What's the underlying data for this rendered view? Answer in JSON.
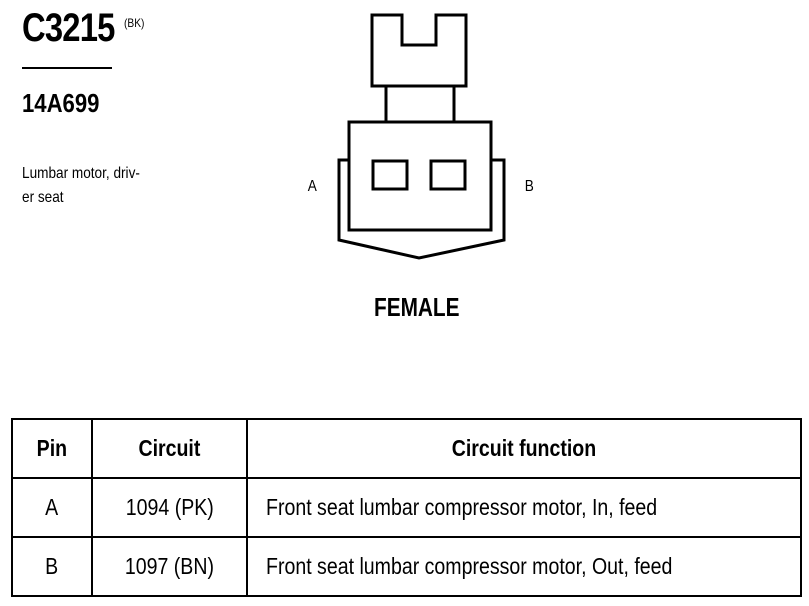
{
  "connector": {
    "id": "C3215",
    "color_code": "(BK)",
    "part_number": "14A699",
    "description": "Lumbar motor, driv-er seat",
    "gender": "FEMALE",
    "pin_labels": {
      "a": "A",
      "b": "B"
    }
  },
  "table": {
    "headers": {
      "pin": "Pin",
      "circuit": "Circuit",
      "function": "Circuit function"
    },
    "rows": [
      {
        "pin": "A",
        "circuit": "1094 (PK)",
        "function": "Front seat lumbar compressor motor, In, feed"
      },
      {
        "pin": "B",
        "circuit": "1097 (BN)",
        "function": "Front seat lumbar compressor motor, Out, feed"
      }
    ]
  }
}
